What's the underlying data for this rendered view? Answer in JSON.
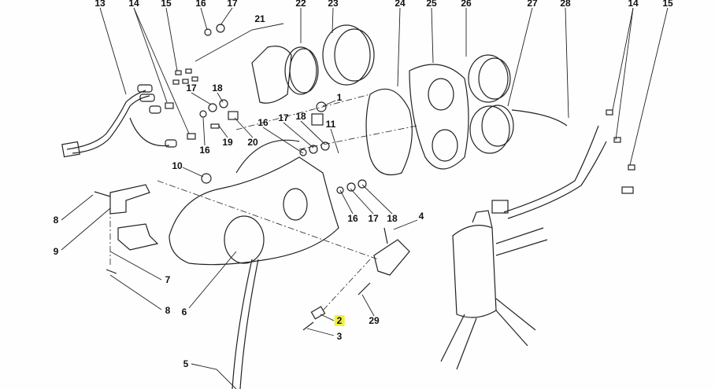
{
  "diagram": {
    "type": "exploded-parts-diagram",
    "highlight_color": "#f3ef3a",
    "callouts": [
      "13",
      "14",
      "15",
      "16",
      "17",
      "21",
      "22",
      "23",
      "24",
      "25",
      "26",
      "27",
      "28",
      "14",
      "15",
      "17",
      "18",
      "1",
      "16",
      "17",
      "18",
      "11",
      "16",
      "19",
      "20",
      "10",
      "8",
      "9",
      "7",
      "8",
      "6",
      "5",
      "16",
      "17",
      "18",
      "4",
      "2",
      "3",
      "29"
    ],
    "highlighted_callout": "2"
  }
}
